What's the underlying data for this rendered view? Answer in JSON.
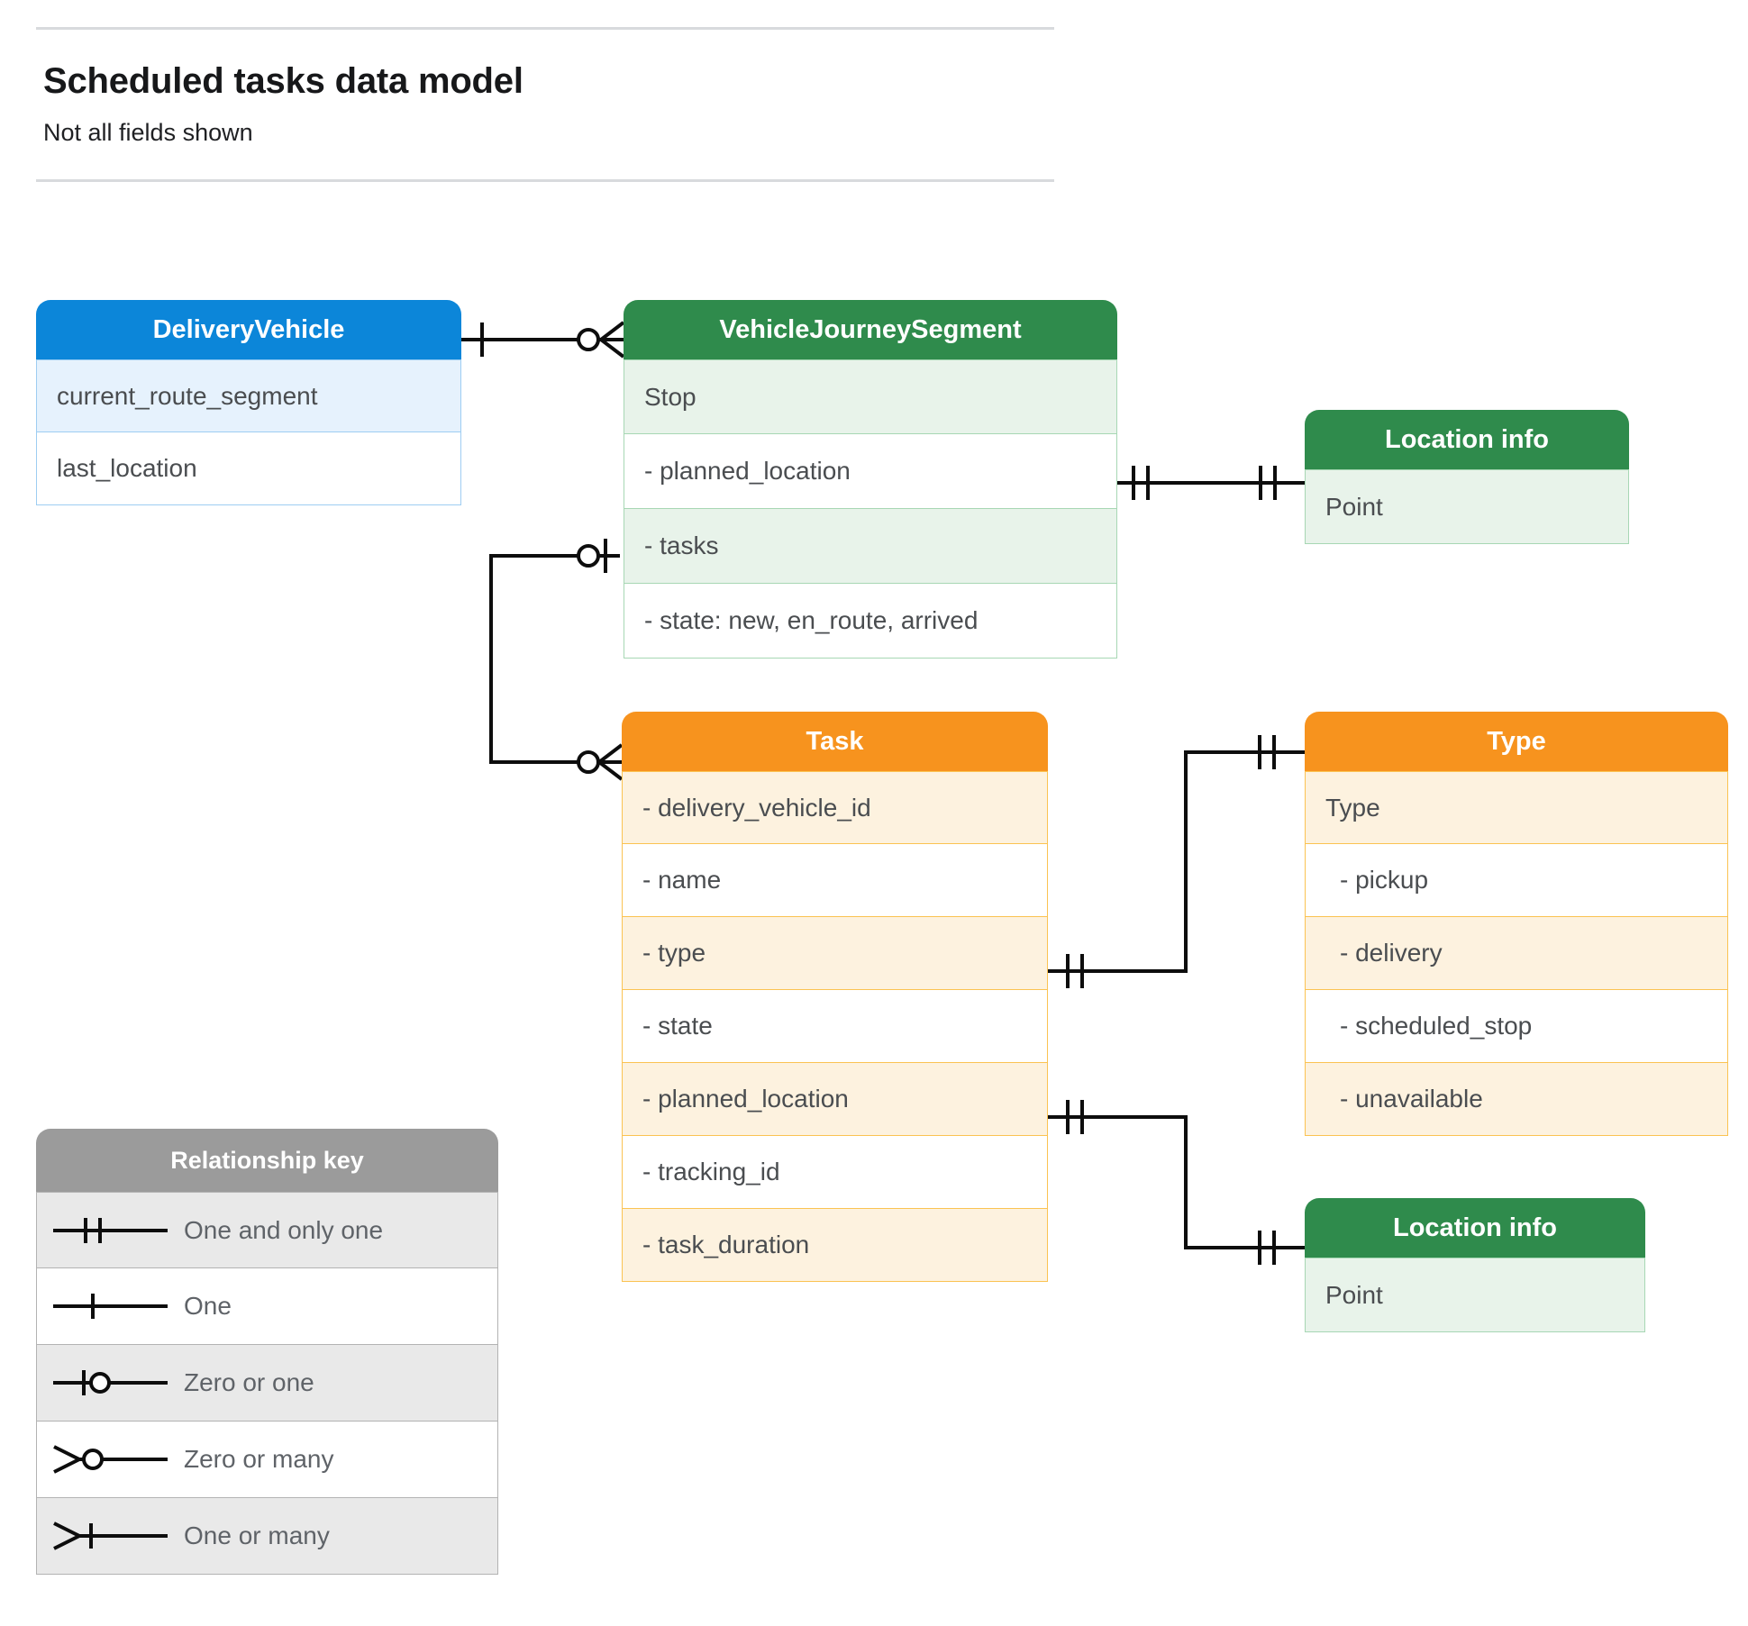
{
  "header": {
    "title": "Scheduled tasks data model",
    "subtitle": "Not all fields shown"
  },
  "entities": {
    "delivery_vehicle": {
      "title": "DeliveryVehicle",
      "color": "#0c86d9",
      "rows": [
        "current_route_segment",
        "last_location"
      ]
    },
    "vehicle_journey_segment": {
      "title": "VehicleJourneySegment",
      "color": "#2f8b4c",
      "rows": [
        "Stop",
        "-  planned_location",
        "- tasks",
        "- state: new, en_route, arrived"
      ]
    },
    "location_info_top": {
      "title": "Location info",
      "color": "#2f8b4c",
      "rows": [
        "Point"
      ]
    },
    "task": {
      "title": "Task",
      "color": "#f7931e",
      "rows": [
        "- delivery_vehicle_id",
        "- name",
        "- type",
        "- state",
        "- planned_location",
        "- tracking_id",
        "- task_duration"
      ]
    },
    "type": {
      "title": "Type",
      "color": "#f7931e",
      "rows": [
        "Type",
        "-   pickup",
        "-   delivery",
        "-   scheduled_stop",
        "-   unavailable"
      ]
    },
    "location_info_bottom": {
      "title": "Location info",
      "color": "#2f8b4c",
      "rows": [
        "Point"
      ]
    }
  },
  "legend": {
    "title": "Relationship key",
    "color": "#9b9b9b",
    "items": [
      {
        "symbol": "one-and-only-one",
        "label": "One and only one"
      },
      {
        "symbol": "one",
        "label": "One"
      },
      {
        "symbol": "zero-or-one",
        "label": "Zero or one"
      },
      {
        "symbol": "zero-or-many",
        "label": "Zero or many"
      },
      {
        "symbol": "one-or-many",
        "label": "One or many"
      }
    ]
  },
  "relationships": [
    {
      "from": "DeliveryVehicle",
      "from_cardinality": "one",
      "to": "VehicleJourneySegment",
      "to_cardinality": "zero-or-many"
    },
    {
      "from": "VehicleJourneySegment.planned_location",
      "from_cardinality": "one-and-only-one",
      "to": "Location info",
      "to_cardinality": "one-and-only-one"
    },
    {
      "from": "VehicleJourneySegment.tasks",
      "from_cardinality": "zero-or-one",
      "to": "Task",
      "to_cardinality": "zero-or-many"
    },
    {
      "from": "Task.type",
      "from_cardinality": "one-and-only-one",
      "to": "Type",
      "to_cardinality": "one-and-only-one"
    },
    {
      "from": "Task.planned_location",
      "from_cardinality": "one-and-only-one",
      "to": "Location info",
      "to_cardinality": "one-and-only-one"
    }
  ]
}
